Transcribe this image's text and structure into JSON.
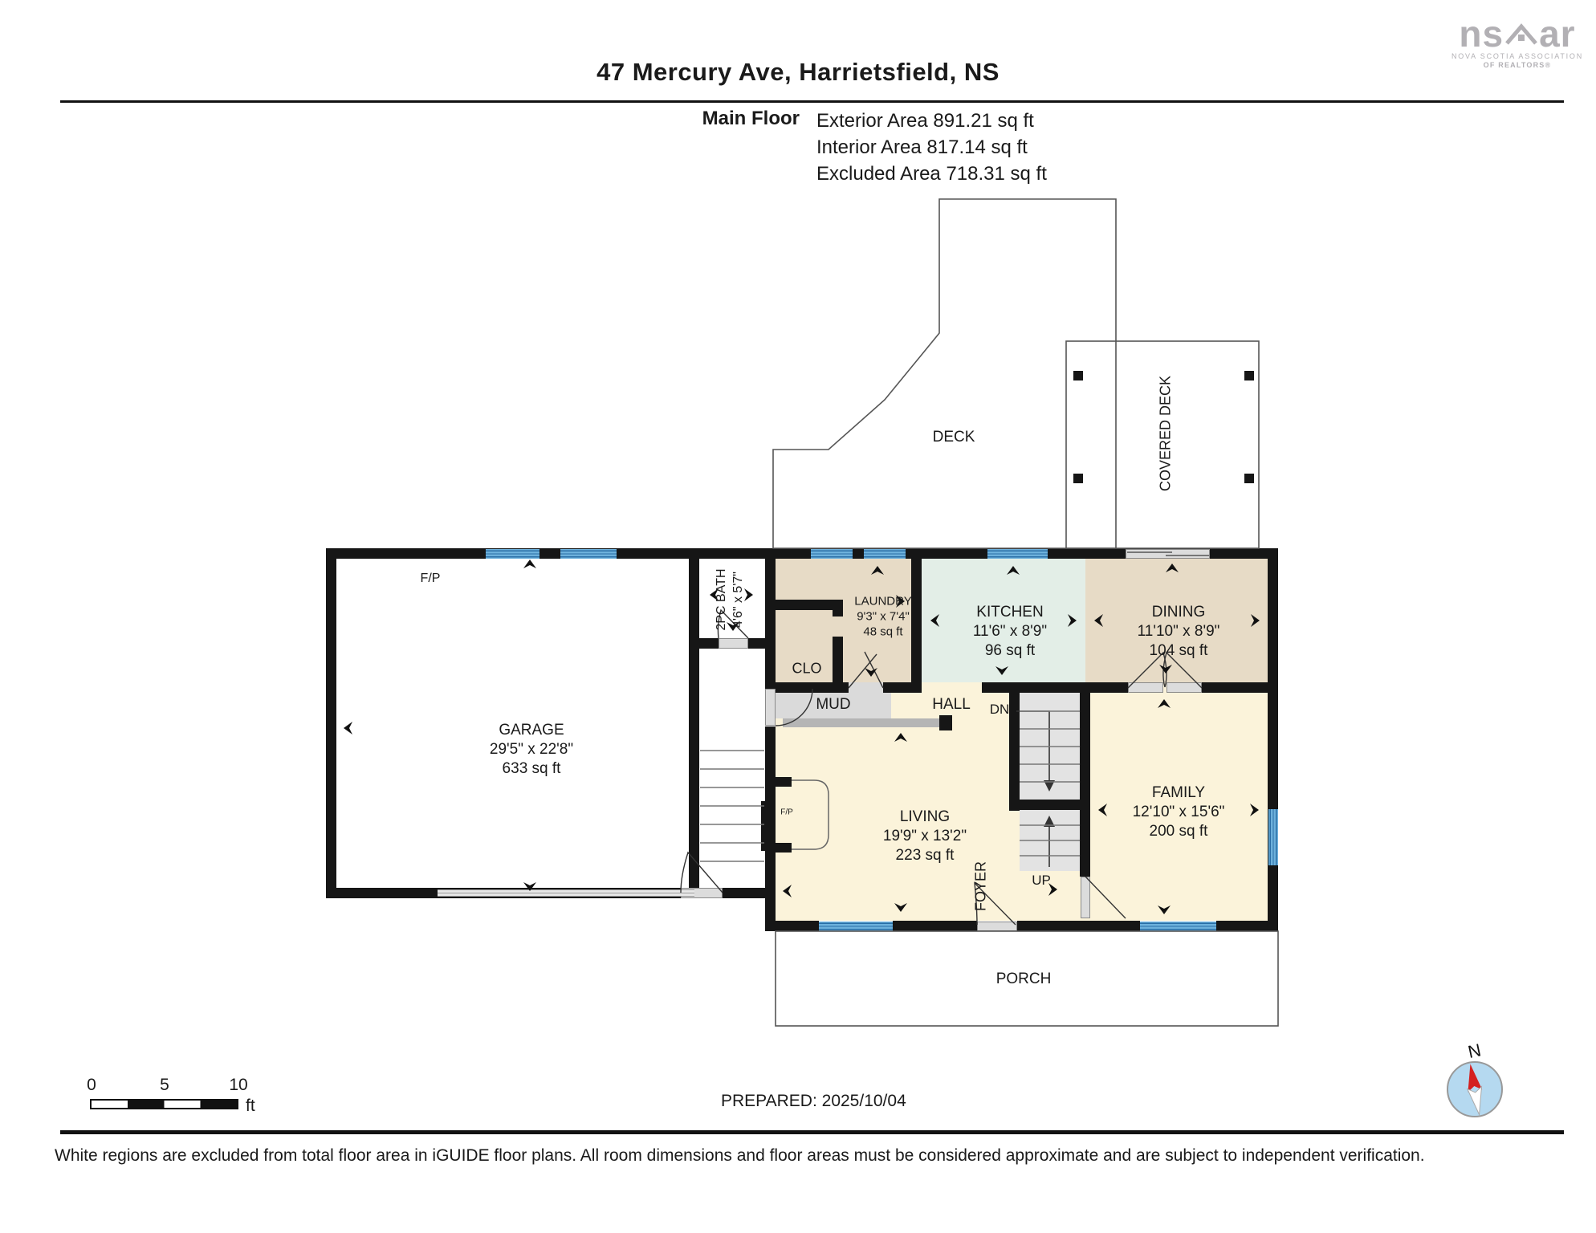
{
  "header": {
    "title": "47 Mercury Ave, Harrietsfield, NS",
    "floor_label": "Main Floor",
    "area_lines": [
      "Exterior Area 891.21 sq ft",
      "Interior Area 817.14 sq ft",
      "Excluded Area 718.31 sq ft"
    ]
  },
  "logo": {
    "ns": "ns",
    "ar": "ar",
    "line1": "NOVA SCOTIA ASSOCIATION",
    "line2": "OF REALTORS®"
  },
  "rooms": {
    "garage": {
      "name": "GARAGE",
      "dims": "29'5\" x 22'8\"",
      "area": "633 sq ft"
    },
    "laundry": {
      "name": "LAUNDRY",
      "dims": "9'3\" x 7'4\"",
      "area": "48 sq ft"
    },
    "kitchen": {
      "name": "KITCHEN",
      "dims": "11'6\" x 8'9\"",
      "area": "96 sq ft"
    },
    "dining": {
      "name": "DINING",
      "dims": "11'10\" x 8'9\"",
      "area": "104 sq ft"
    },
    "living": {
      "name": "LIVING",
      "dims": "19'9\" x 13'2\"",
      "area": "223 sq ft"
    },
    "family": {
      "name": "FAMILY",
      "dims": "12'10\" x 15'6\"",
      "area": "200 sq ft"
    },
    "bath": {
      "name": "2PC BATH",
      "dims": "4'6\" x 5'7\""
    }
  },
  "labels": {
    "clo": "CLO",
    "mud": "MUD",
    "hall": "HALL",
    "foyer": "FOYER",
    "deck": "DECK",
    "covered_deck": "COVERED DECK",
    "porch": "PORCH",
    "dn": "DN",
    "up": "UP",
    "fp_garage": "F/P",
    "fp_living": "F/P"
  },
  "scale_bar": {
    "t0": "0",
    "t5": "5",
    "t10": "10",
    "unit": "ft"
  },
  "prepared": "PREPARED: 2025/10/04",
  "compass": {
    "north": "N"
  },
  "footer": "White regions are excluded from total floor area in iGUIDE floor plans. All room dimensions and floor areas must be considered approximate and are subject to independent verification.",
  "colors": {
    "wall": "#161616",
    "beige": "#e7dbc6",
    "mint": "#e3eee7",
    "cream": "#fbf3da",
    "mud_gray": "#dadada",
    "window_blue": "#5aa7d8",
    "window_dark": "#2a6ea6",
    "outline_gray": "#555555",
    "logo_gray": "#b2b0b4",
    "compass_blue": "#b5d9f0",
    "needle_red": "#d42020"
  }
}
